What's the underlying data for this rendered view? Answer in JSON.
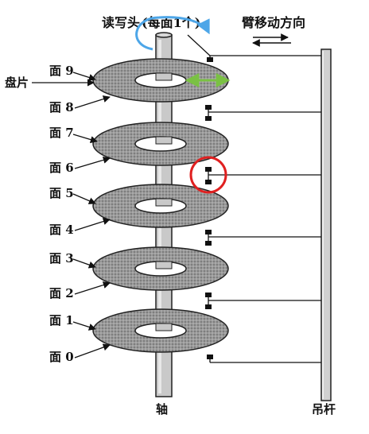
{
  "title_read_head": "读写头",
  "title_read_head_note": "(每面1个)",
  "arm_direction_label": "臂移动方向",
  "platter_label": "盘片",
  "spindle_label": "轴",
  "boom_label": "吊杆",
  "surfaces": [
    "面 9",
    "面 8",
    "面 7",
    "面 6",
    "面 5",
    "面 4",
    "面 3",
    "面 2",
    "面 1",
    "面 0"
  ],
  "colors": {
    "platter_fill": "#8f8f8f",
    "spindle_fill": "#c8c8c8",
    "annotation_blue": "#4da6e8",
    "annotation_green": "#7ac143",
    "annotation_red": "#e02020"
  }
}
